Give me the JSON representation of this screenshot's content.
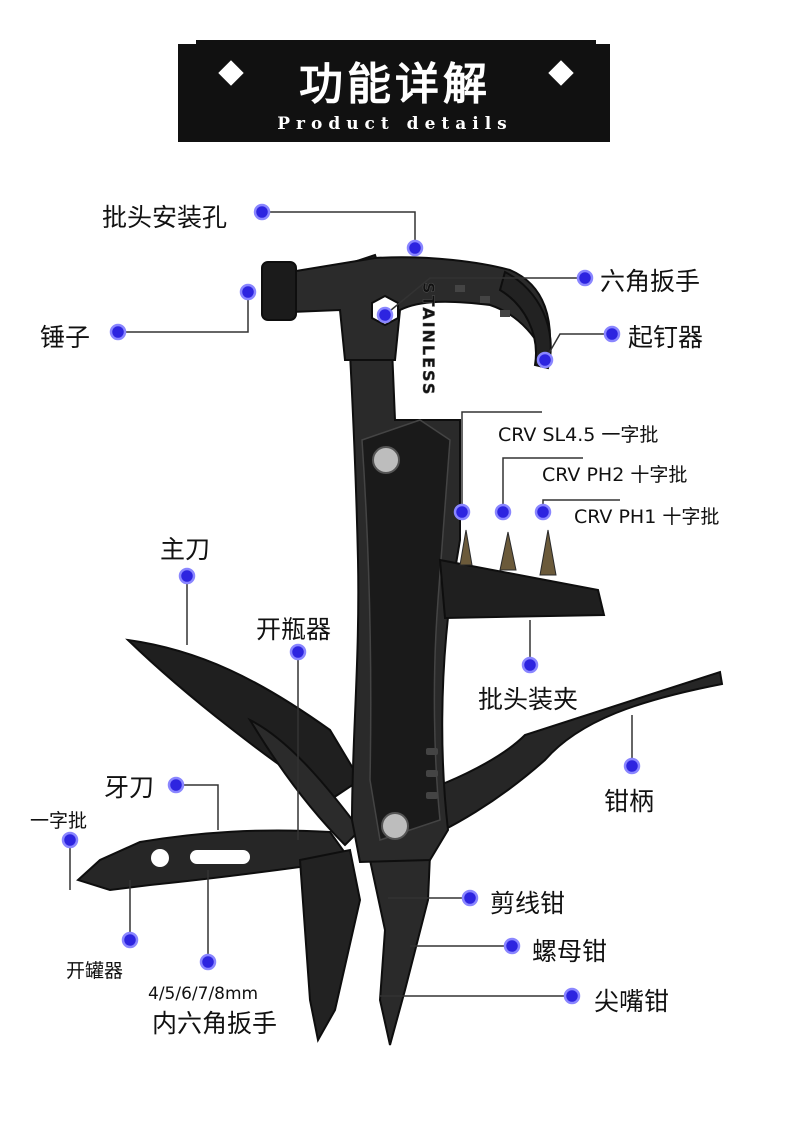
{
  "header": {
    "title": "功能详解",
    "subtitle": "Product details"
  },
  "engraving": "STAINLESS",
  "colors": {
    "background": "#ffffff",
    "tool": "#2a2a2a",
    "tool_edge": "#0e0e0e",
    "marker": "#2d24e0",
    "leader": "#333333"
  },
  "labels": {
    "bit_hole": "批头安装孔",
    "hex_wrench": "六角扳手",
    "hammer": "锤子",
    "nail_puller": "起钉器",
    "bit_sl45": "CRV SL4.5 一字批",
    "bit_ph2": "CRV PH2 十字批",
    "bit_ph1": "CRV PH1 十字批",
    "main_knife": "主刀",
    "bottle_opener": "开瓶器",
    "bit_holder": "批头装夹",
    "serrated_knife": "牙刀",
    "slot_screwdriver": "一字批",
    "plier_handle": "钳柄",
    "wire_cutter": "剪线钳",
    "nut_plier": "螺母钳",
    "can_opener": "开罐器",
    "needle_nose": "尖嘴钳",
    "hex_sizes": "4/5/6/7/8mm",
    "inner_hex": "内六角扳手"
  }
}
